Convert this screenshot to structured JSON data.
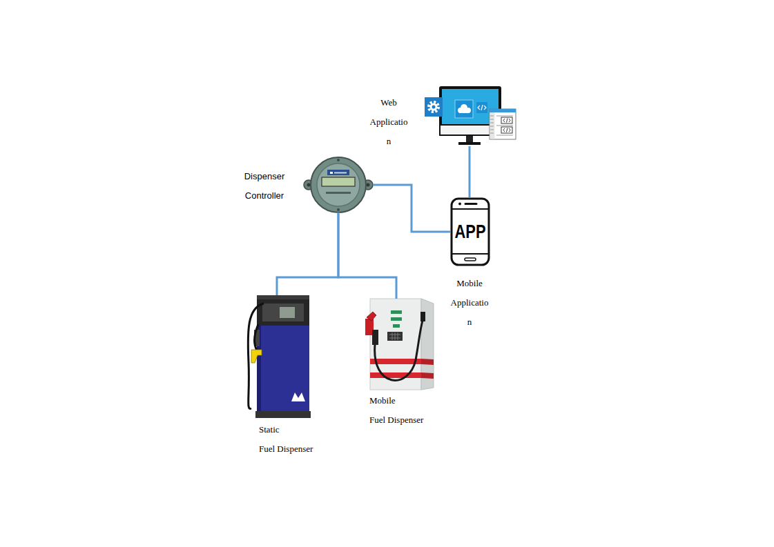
{
  "diagram": {
    "nodes": [
      {
        "text": [
          "Web Application"
        ]
      },
      {
        "text": [
          "Dispenser Controller"
        ]
      },
      {
        "text": [
          "APP",
          "Mobile Application"
        ]
      },
      {
        "text": [
          "Static Fuel Dispenser"
        ]
      },
      {
        "text": [
          "Mobile Fuel Dispenser"
        ]
      }
    ],
    "edges": [
      {
        "from": 0,
        "to": 2,
        "arrow": "none"
      },
      {
        "from": 1,
        "to": 2,
        "arrow": "none"
      },
      {
        "from": 1,
        "to": 3,
        "arrow": "none"
      },
      {
        "from": 1,
        "to": 4,
        "arrow": "none"
      }
    ]
  }
}
